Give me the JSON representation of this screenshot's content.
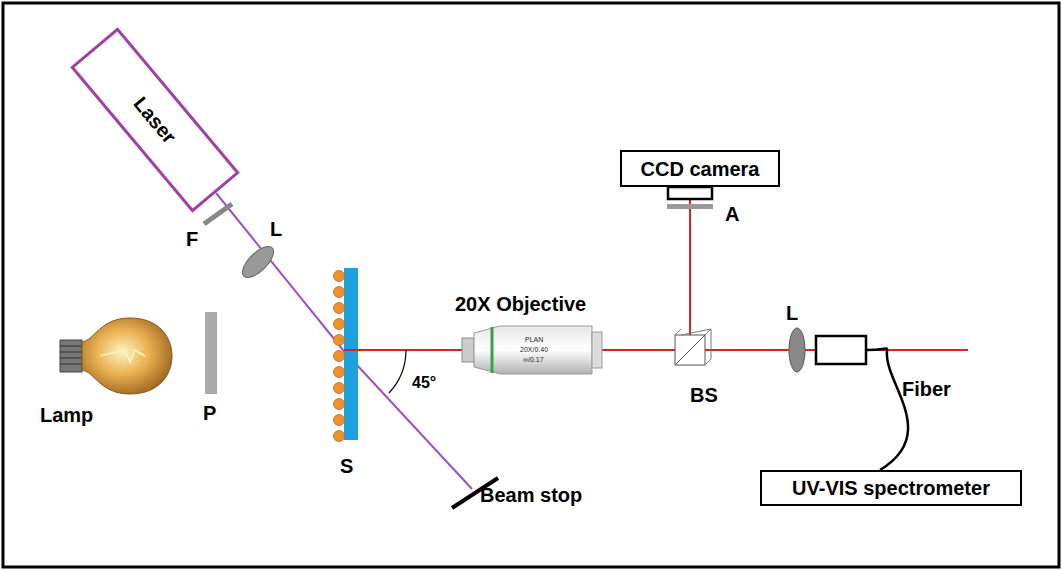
{
  "diagram": {
    "nodes": [
      {
        "text": [
          "Laser"
        ]
      },
      {
        "text": [
          "CCD camera"
        ]
      },
      {
        "text": [
          "UV-VIS spectrometer"
        ]
      }
    ],
    "labels": [
      "F",
      "L",
      "Lamp",
      "P",
      "S",
      "20X Objective",
      "PLAN",
      "20X/0.40",
      "∞/0.17",
      "45°",
      "Beam stop",
      "A",
      "BS",
      "L",
      "Fiber"
    ]
  }
}
